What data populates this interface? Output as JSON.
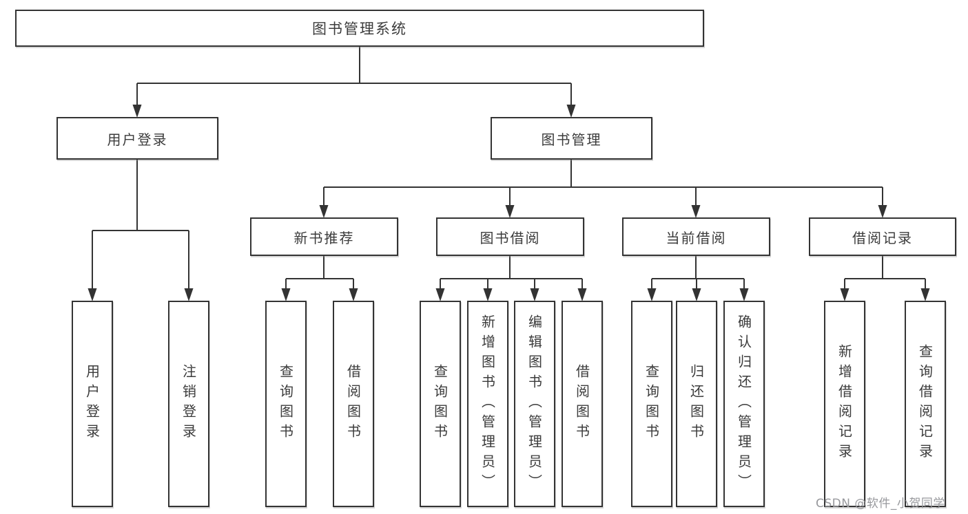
{
  "diagram": {
    "type": "hierarchy-tree",
    "colors": {
      "line": "#333333",
      "box_border": "#333333",
      "box_background": "#ffffff",
      "text": "#3b3b3b",
      "watermark": "#97989c"
    },
    "nodes": {
      "root": {
        "label": "图书管理系统"
      },
      "user_login": {
        "label": "用户登录"
      },
      "book_mgmt": {
        "label": "图书管理"
      },
      "new_book_rec": {
        "label": "新书推荐"
      },
      "book_borrow": {
        "label": "图书借阅"
      },
      "current_borrow": {
        "label": "当前借阅"
      },
      "borrow_records": {
        "label": "借阅记录"
      },
      "leaf_user_login": {
        "label": "用户登录"
      },
      "leaf_logout": {
        "label": "注销登录"
      },
      "leaf_rec_query_books": {
        "label": "查询图书"
      },
      "leaf_rec_borrow_books": {
        "label": "借阅图书"
      },
      "leaf_bb_query_books": {
        "label": "查询图书"
      },
      "leaf_bb_add_books": {
        "label": "新增图书（管理员）"
      },
      "leaf_bb_edit_books": {
        "label": "编辑图书（管理员）"
      },
      "leaf_bb_borrow_books": {
        "label": "借阅图书"
      },
      "leaf_cb_query_books": {
        "label": "查询图书"
      },
      "leaf_cb_return_books": {
        "label": "归还图书"
      },
      "leaf_cb_confirm_return": {
        "label": "确认归还（管理员）"
      },
      "leaf_rr_add_record": {
        "label": "新增借阅记录"
      },
      "leaf_rr_query_record": {
        "label": "查询借阅记录"
      }
    },
    "edges": [
      "图书管理系统→用户登录",
      "图书管理系统→图书管理",
      "用户登录→用户登录(叶)",
      "用户登录→注销登录",
      "图书管理→新书推荐",
      "图书管理→图书借阅",
      "图书管理→当前借阅",
      "图书管理→借阅记录",
      "新书推荐→查询图书",
      "新书推荐→借阅图书",
      "图书借阅→查询图书",
      "图书借阅→新增图书（管理员）",
      "图书借阅→编辑图书（管理员）",
      "图书借阅→借阅图书",
      "当前借阅→查询图书",
      "当前借阅→归还图书",
      "当前借阅→确认归还（管理员）",
      "借阅记录→新增借阅记录",
      "借阅记录→查询借阅记录"
    ],
    "watermark": "CSDN @软件_小贺同学"
  }
}
